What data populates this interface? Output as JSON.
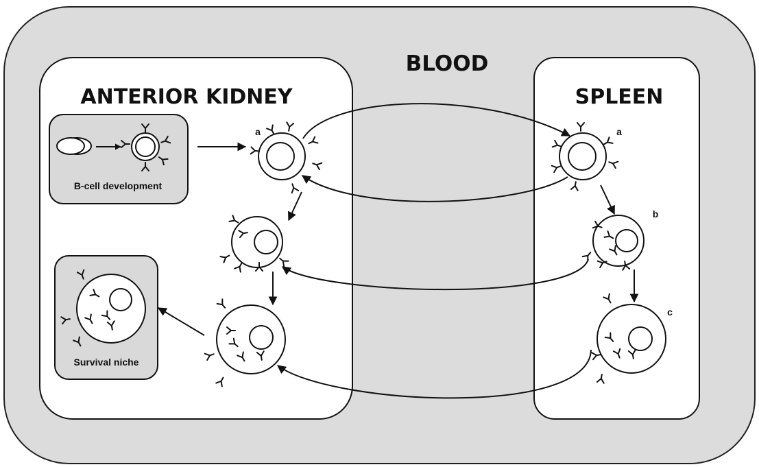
{
  "regions": {
    "blood": "BLOOD",
    "anterior_kidney": "ANTERIOR KIDNEY",
    "spleen": "SPLEEN"
  },
  "boxes": {
    "development": "B-cell development",
    "niche": "Survival niche"
  },
  "stage_labels": {
    "kidney_a": "a",
    "spleen_a": "a",
    "spleen_b": "b",
    "spleen_c": "c"
  },
  "colors": {
    "blood_fill": "#dcdcdc",
    "box_fill": "#d9d9d9",
    "compartment_fill": "#ffffff",
    "stroke": "#111111"
  }
}
